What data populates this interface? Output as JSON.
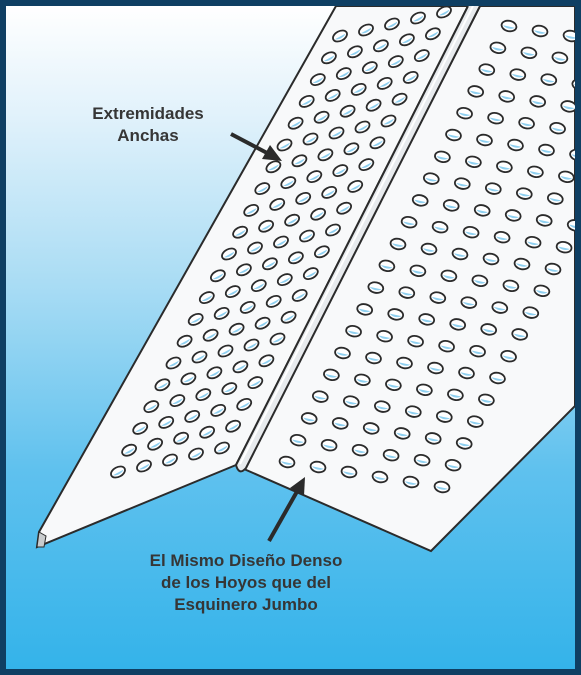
{
  "colors": {
    "border": "#0f3f63",
    "sky_top": "#ffffff",
    "sky_bottom": "#34b3ea",
    "metal": "#f8f9fa",
    "outline": "#2b2b2b",
    "hole": "#8fd0f0",
    "label_text": "#363636"
  },
  "labels": {
    "wide_flanges": [
      "Extremidades",
      "Anchas"
    ],
    "dense_pattern": [
      "El Mismo Diseño Denso",
      "de los Hoyos que del",
      "Esquinero Jumbo"
    ]
  },
  "icons": {
    "arrow_top": "arrow-to-flange-icon",
    "arrow_bottom": "arrow-to-holes-icon"
  }
}
